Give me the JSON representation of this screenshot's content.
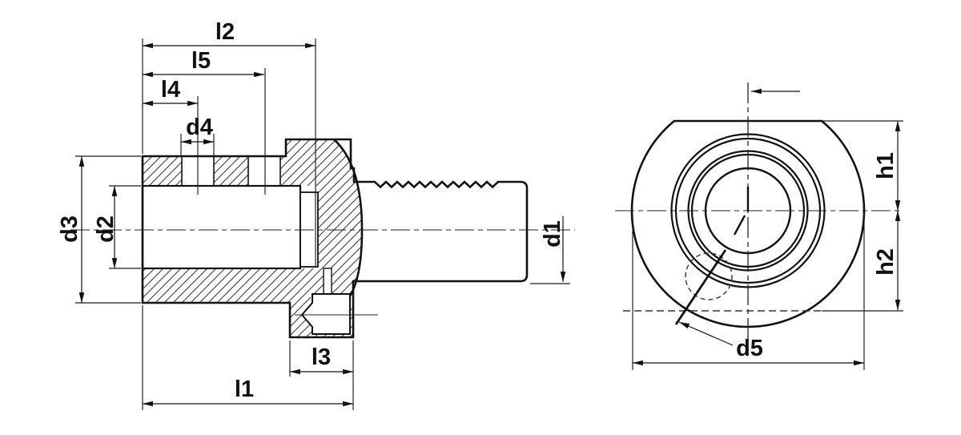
{
  "drawing": {
    "labels": {
      "l1": "l1",
      "l2": "l2",
      "l3": "l3",
      "l4": "l4",
      "l5": "l5",
      "d1": "d1",
      "d2": "d2",
      "d3": "d3",
      "d4": "d4",
      "d5": "d5",
      "h1": "h1",
      "h2": "h2"
    },
    "colors": {
      "ink": "#111111",
      "hatch": "#3a3a3a",
      "background": "#ffffff"
    }
  }
}
